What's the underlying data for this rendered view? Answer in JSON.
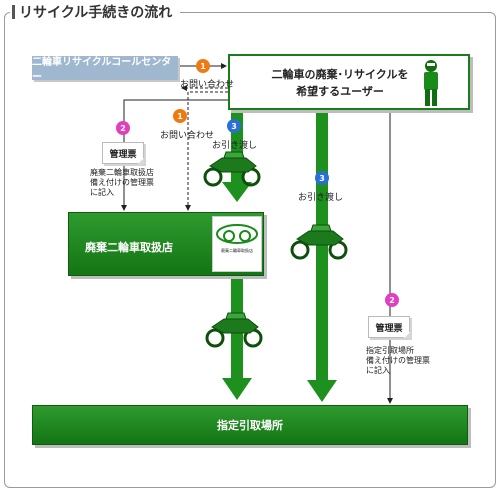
{
  "title": "リサイクル手続きの流れ",
  "nodes": {
    "recycle_center": "二輪車リサイクルコールセンター",
    "user_line1": "二輪車の廃棄･リサイクルを",
    "user_line2": "希望するユーザー",
    "shop": "廃棄二輪車取扱店",
    "designated_site": "指定引取場所",
    "shop_certificate": "廃棄二輪車取扱店"
  },
  "labels": {
    "inquiry_top": "お問い合わせ",
    "inquiry_mid": "お問い合わせ",
    "handover_left": "お引き渡し",
    "handover_right": "お引き渡し"
  },
  "slips": {
    "left_slip": "管理票",
    "right_slip": "管理票",
    "left_note": [
      "廃棄二輪車取扱店",
      "備え付けの管理票",
      "に記入"
    ],
    "right_note": [
      "指定引取場所",
      "備え付けの管理票",
      "に記入"
    ]
  },
  "badges": {
    "inquiry_top": "1",
    "inquiry_mid": "1",
    "slip_left": "2",
    "slip_right": "2",
    "handover_left": "3",
    "handover_right": "3"
  },
  "colors": {
    "green": "#1a8a1a",
    "badge_orange": "#f07a12",
    "badge_pink": "#e23fbf",
    "badge_blue": "#2a6fd6",
    "center_blue": "#9fb8d0"
  }
}
